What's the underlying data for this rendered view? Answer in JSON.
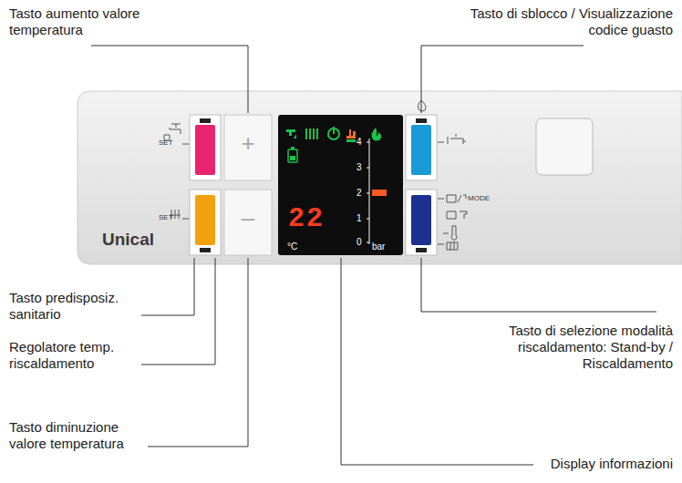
{
  "diagram": {
    "labels": [
      "Tasto aumento valore temperatura",
      "Tasto di sblocco / Visualizzazione codice guasto",
      "SET",
      "+",
      "22",
      "°C",
      "4",
      "3",
      "2",
      "1",
      "0",
      "bar",
      "MODE",
      "SET",
      "Unical",
      "–",
      "Tasto predisposiz. sanitario",
      "Regolatore temp. riscaldamento",
      "Tasto di selezione modalità riscaldamento: Stand-by / Riscaldamento",
      "Tasto diminuzione valore temperatura",
      "Display informazioni"
    ]
  }
}
